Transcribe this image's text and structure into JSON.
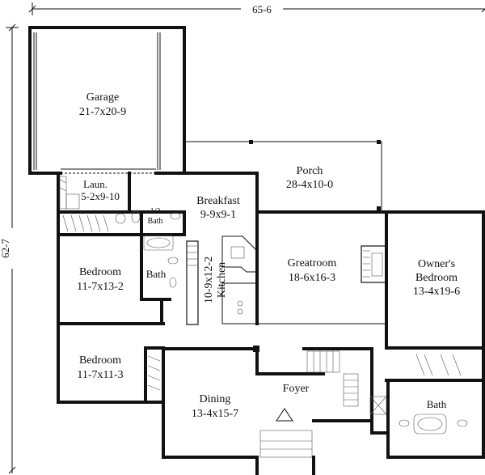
{
  "plan": {
    "overall_width": "65-6",
    "overall_depth": "62-7",
    "rooms": {
      "garage": {
        "name": "Garage",
        "size": "21-7x20-9"
      },
      "laundry": {
        "name": "Laun.",
        "size": "5-2x9-10"
      },
      "half_bath": {
        "name_line1": "1/2",
        "name_line2": "Bath"
      },
      "breakfast": {
        "name": "Breakfast",
        "size": "9-9x9-1"
      },
      "porch": {
        "name": "Porch",
        "size": "28-4x10-0"
      },
      "bath_hall": {
        "name": "Bath"
      },
      "bedroom_1": {
        "name": "Bedroom",
        "size": "11-7x13-2"
      },
      "kitchen": {
        "size": "10-9x12-2",
        "name": "Kitchen"
      },
      "greatroom": {
        "name": "Greatroom",
        "size": "18-6x16-3"
      },
      "owners_bedroom": {
        "name_line1": "Owner's",
        "name_line2": "Bedroom",
        "size": "13-4x19-6"
      },
      "bedroom_2": {
        "name": "Bedroom",
        "size": "11-7x11-3"
      },
      "foyer": {
        "name": "Foyer"
      },
      "dining": {
        "name": "Dining",
        "size": "13-4x15-7"
      },
      "owners_bath": {
        "name": "Bath"
      }
    }
  }
}
